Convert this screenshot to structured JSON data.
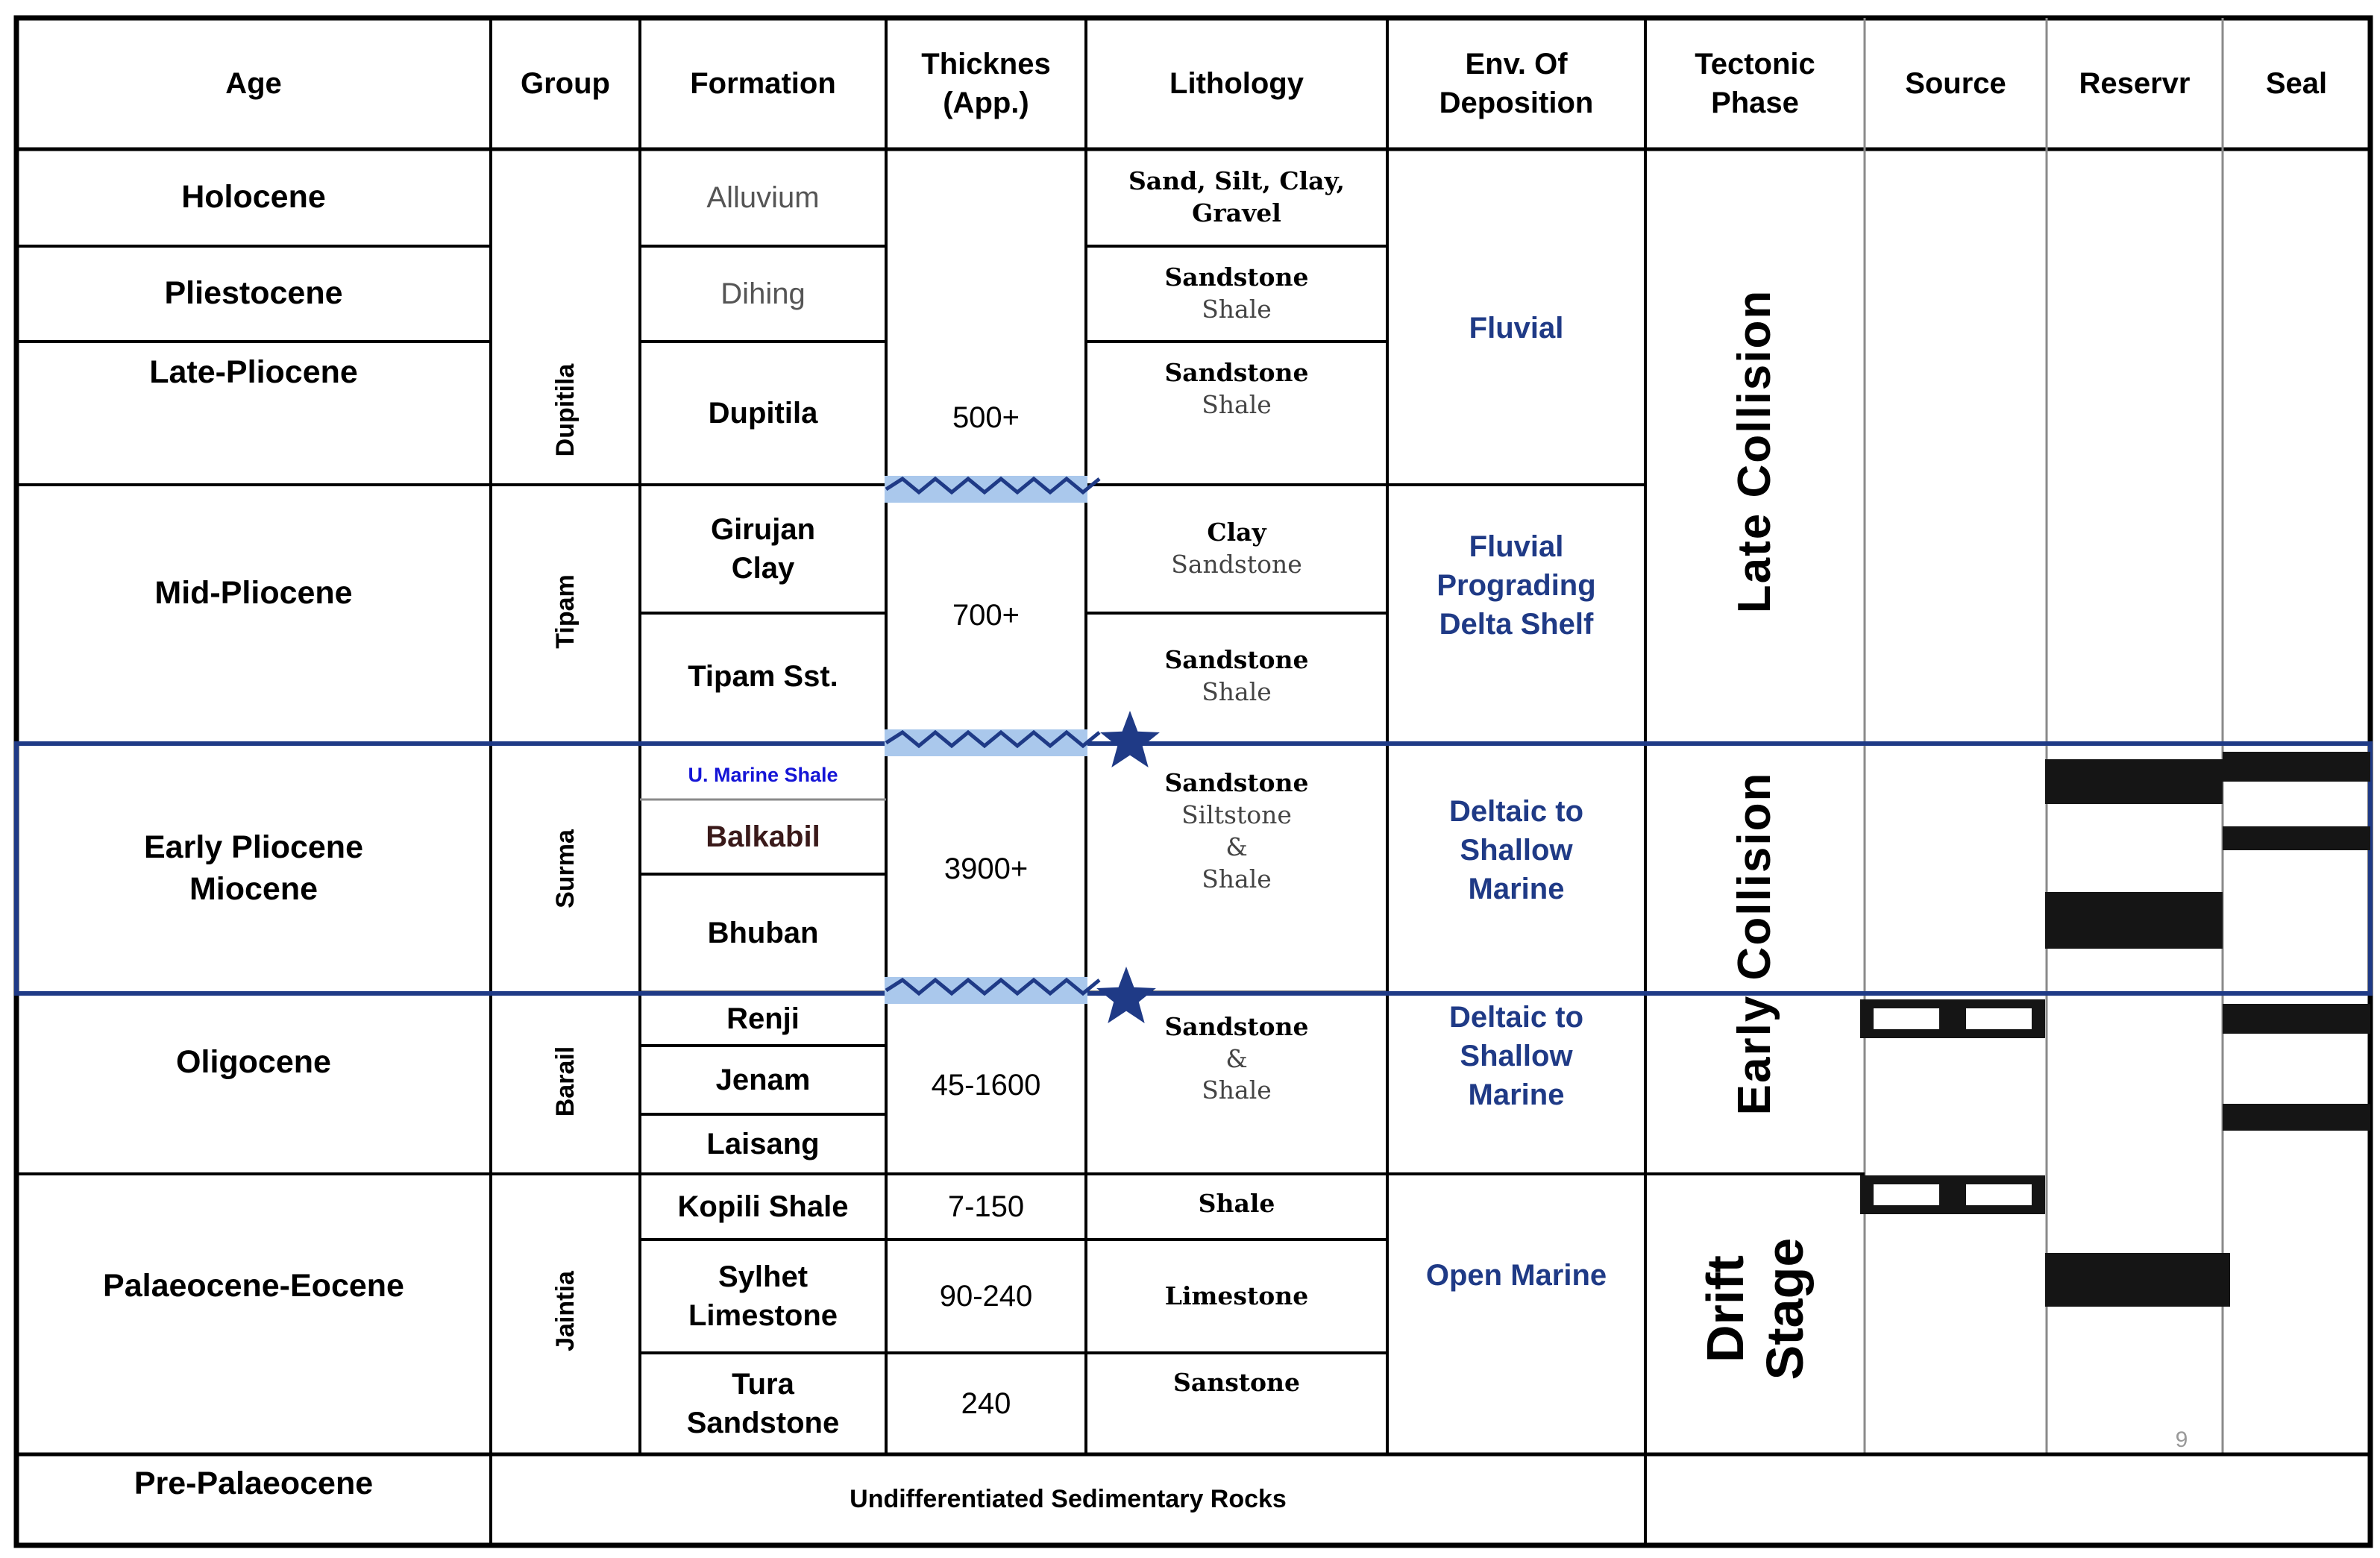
{
  "headers": {
    "age": "Age",
    "group": "Group",
    "formation": "Formation",
    "thickness": "Thicknes (App.)",
    "lithology": "Lithology",
    "environment": "Env. Of Deposition",
    "tectonic": "Tectonic Phase",
    "source": "Source",
    "reservoir": "Reservr",
    "seal": "Seal"
  },
  "ages": {
    "holocene": "Holocene",
    "pliestocene": "Pliestocene",
    "late_pliocene": "Late-Pliocene",
    "mid_pliocene": "Mid-Pliocene",
    "early_pliocene_miocene": "Early Pliocene Miocene",
    "oligocene": "Oligocene",
    "palaeocene_eocene": "Palaeocene-Eocene",
    "pre_palaeocene": "Pre-Palaeocene"
  },
  "groups": {
    "dupitila": "Dupitila",
    "tipam": "Tipam",
    "surma": "Surma",
    "barail": "Barail",
    "jaintia": "Jaintia"
  },
  "formations": {
    "alluvium": "Alluvium",
    "dihing": "Dihing",
    "dupitila": "Dupitila",
    "girujan_clay": "Girujan Clay",
    "tipam_sst": "Tipam Sst.",
    "u_marine_shale": "U. Marine Shale",
    "balkabil": "Balkabil",
    "bhuban": "Bhuban",
    "renji": "Renji",
    "jenam": "Jenam",
    "laisang": "Laisang",
    "kopili_shale": "Kopili Shale",
    "sylhet_limestone": "Sylhet Limestone",
    "tura_sandstone": "Tura Sandstone"
  },
  "thickness": {
    "dupitila": "500+",
    "tipam": "700+",
    "surma": "3900+",
    "barail": "45-1600",
    "kopili": "7-150",
    "sylhet": "90-240",
    "tura": "240"
  },
  "lithology": {
    "alluvium": [
      "Sand, Silt, Clay,",
      "Gravel"
    ],
    "dihing": [
      "Sandstone",
      "Shale"
    ],
    "dupitila": [
      "Sandstone",
      "Shale"
    ],
    "girujan": [
      "Clay",
      "Sandstone"
    ],
    "tipam": [
      "Sandstone",
      "Shale"
    ],
    "surma": [
      "Sandstone",
      "Siltstone",
      "&",
      "Shale"
    ],
    "barail": [
      "Sandstone",
      "&",
      "Shale"
    ],
    "kopili": [
      "Shale"
    ],
    "sylhet": [
      "Limestone"
    ],
    "tura": [
      "Sanstone"
    ]
  },
  "environment": {
    "fluvial": "Fluvial",
    "fluvial_delta": "Fluvial Prograding Delta Shelf",
    "deltaic_surma": "Deltaic to Shallow Marine",
    "deltaic_barail": "Deltaic to Shallow Marine",
    "open_marine": "Open Marine"
  },
  "tectonic": {
    "late_collision": "Late Collision",
    "early_collision": "Early Collision",
    "drift_stage": "Drift\nStage"
  },
  "footer": {
    "undifferentiated": "Undifferentiated Sedimentary Rocks",
    "page_number": "9"
  },
  "colors": {
    "grid": "#000000",
    "light_grid": "#8a8a8a",
    "unconformity_fill": "#aac8ec",
    "unconformity_line": "#1f3a86",
    "highlight_box": "#1f3a86",
    "star": "#1f3a86",
    "bar": "#151515",
    "environment_text": "#1f3a86",
    "marine_shale_text": "#1515d6"
  },
  "icons": {
    "unconformity": "wavy-line",
    "hydrocarbon_show": "star-icon"
  }
}
